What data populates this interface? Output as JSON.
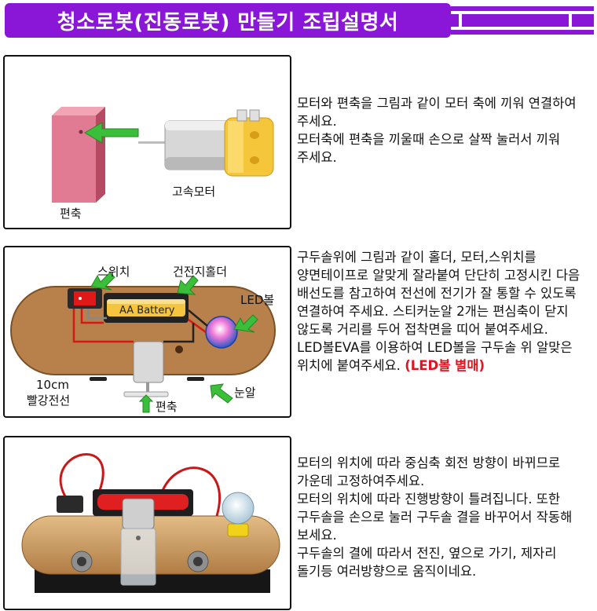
{
  "header": {
    "title": "청소로봇(진동로봇) 만들기 조립설명서",
    "accent_color": "#8a16d8"
  },
  "step1": {
    "labels": {
      "eccentric": "편축",
      "motor": "고속모터"
    },
    "text": "모터와 편축을 그림과 같이 모터 축에 끼워 연결하여 주세요.\n모터축에 편축을 끼울때 손으로 살짝 눌러서 끼워 주세요."
  },
  "step2": {
    "labels": {
      "switch": "스위치",
      "holder": "건전지홀더",
      "led": "LED볼",
      "wire_len": "10cm",
      "wire": "빨강전선",
      "eccentric": "편축",
      "eyes": "눈알",
      "battery": "AA Battery"
    },
    "text": "구두솔위에 그림과 같이 홀더, 모터,스위치를 양면테이프로 알맞게 잘라붙여 단단히 고정시킨 다음 배선도를 참고하여 전선에 전기가 잘 통할 수 있도록 연결하여 주세요. 스티커눈알 2개는 편심축이 닫지 않도록 거리를 두어 접착면을 띠어 붙여주세요. LED볼EVA를 이용하여 LED볼을 구두솔 위 알맞은 위치에 붙여주세요. ",
    "note": "(LED볼 별매)",
    "note_color": "#e0141e"
  },
  "step3": {
    "text": "모터의 위치에 따라 중심축 회전 방향이 바뀌므로 가운데 고정하여주세요.\n모터의 위치에 따라 진행방향이 틀려집니다. 또한 구두솔을 손으로 눌러 구두솔 결을 바꾸어서 작동해 보세요.\n구두솔의 결에 따라서 전진, 옆으로 가기, 제자리 돌기등 여러방향으로 움직이네요."
  }
}
